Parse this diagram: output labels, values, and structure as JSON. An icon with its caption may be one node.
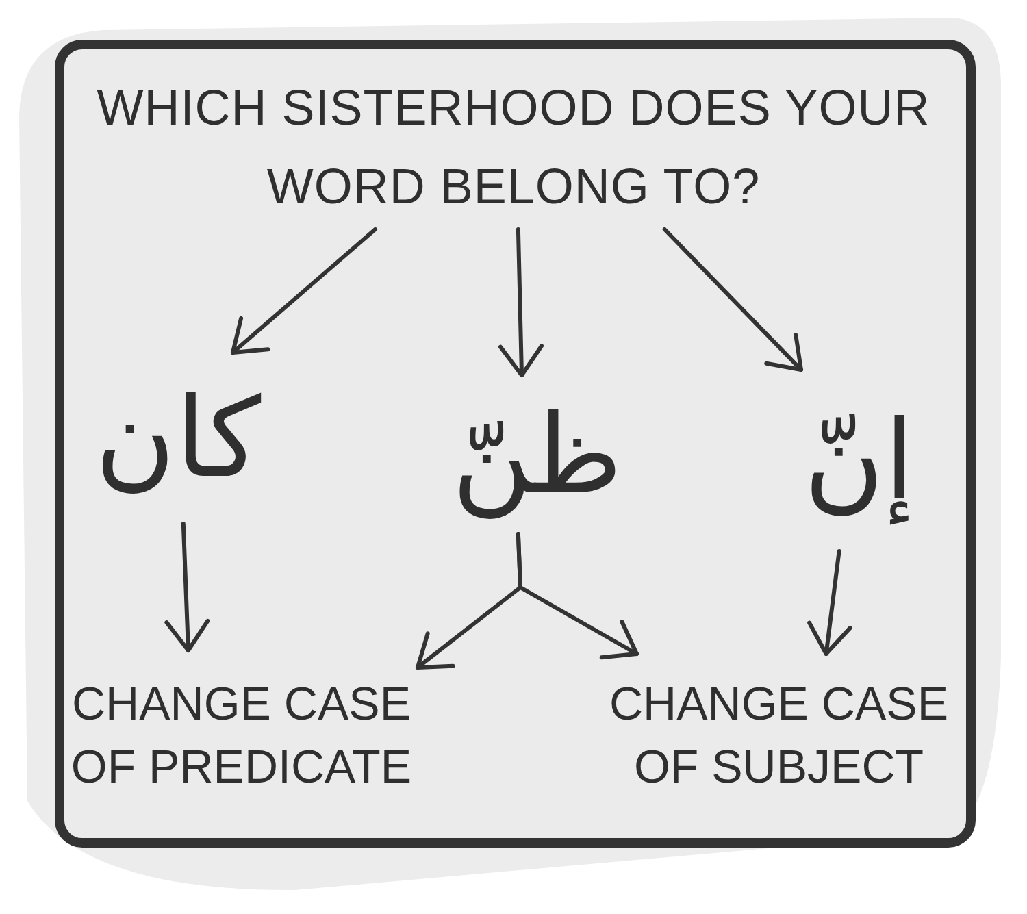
{
  "diagram": {
    "nodes": [
      {
        "text": [],
        "shape": "box"
      },
      {
        "text": [
          "WHICH SISTERHOOD DOES YOUR WORD BELONG TO?"
        ],
        "in": 0
      },
      {
        "text": [
          "كان"
        ],
        "in": 0
      },
      {
        "text": [
          "ظنّ"
        ],
        "in": 0
      },
      {
        "text": [
          "إنّ"
        ],
        "in": 0
      },
      {
        "text": [
          "CHANGE CASE OF PREDICATE"
        ],
        "in": 0
      },
      {
        "text": [
          "CHANGE CASE OF SUBJECT"
        ],
        "in": 0
      }
    ],
    "edges": [
      {
        "from": 1,
        "to": 2,
        "arrow": "to"
      },
      {
        "from": 1,
        "to": 3,
        "arrow": "to"
      },
      {
        "from": 1,
        "to": 4,
        "arrow": "to"
      },
      {
        "from": 2,
        "to": 5,
        "arrow": "to"
      },
      {
        "from": 3,
        "to": 5,
        "arrow": "to"
      },
      {
        "from": 3,
        "to": 6,
        "arrow": "to"
      },
      {
        "from": 4,
        "to": 6,
        "arrow": "to"
      }
    ]
  }
}
